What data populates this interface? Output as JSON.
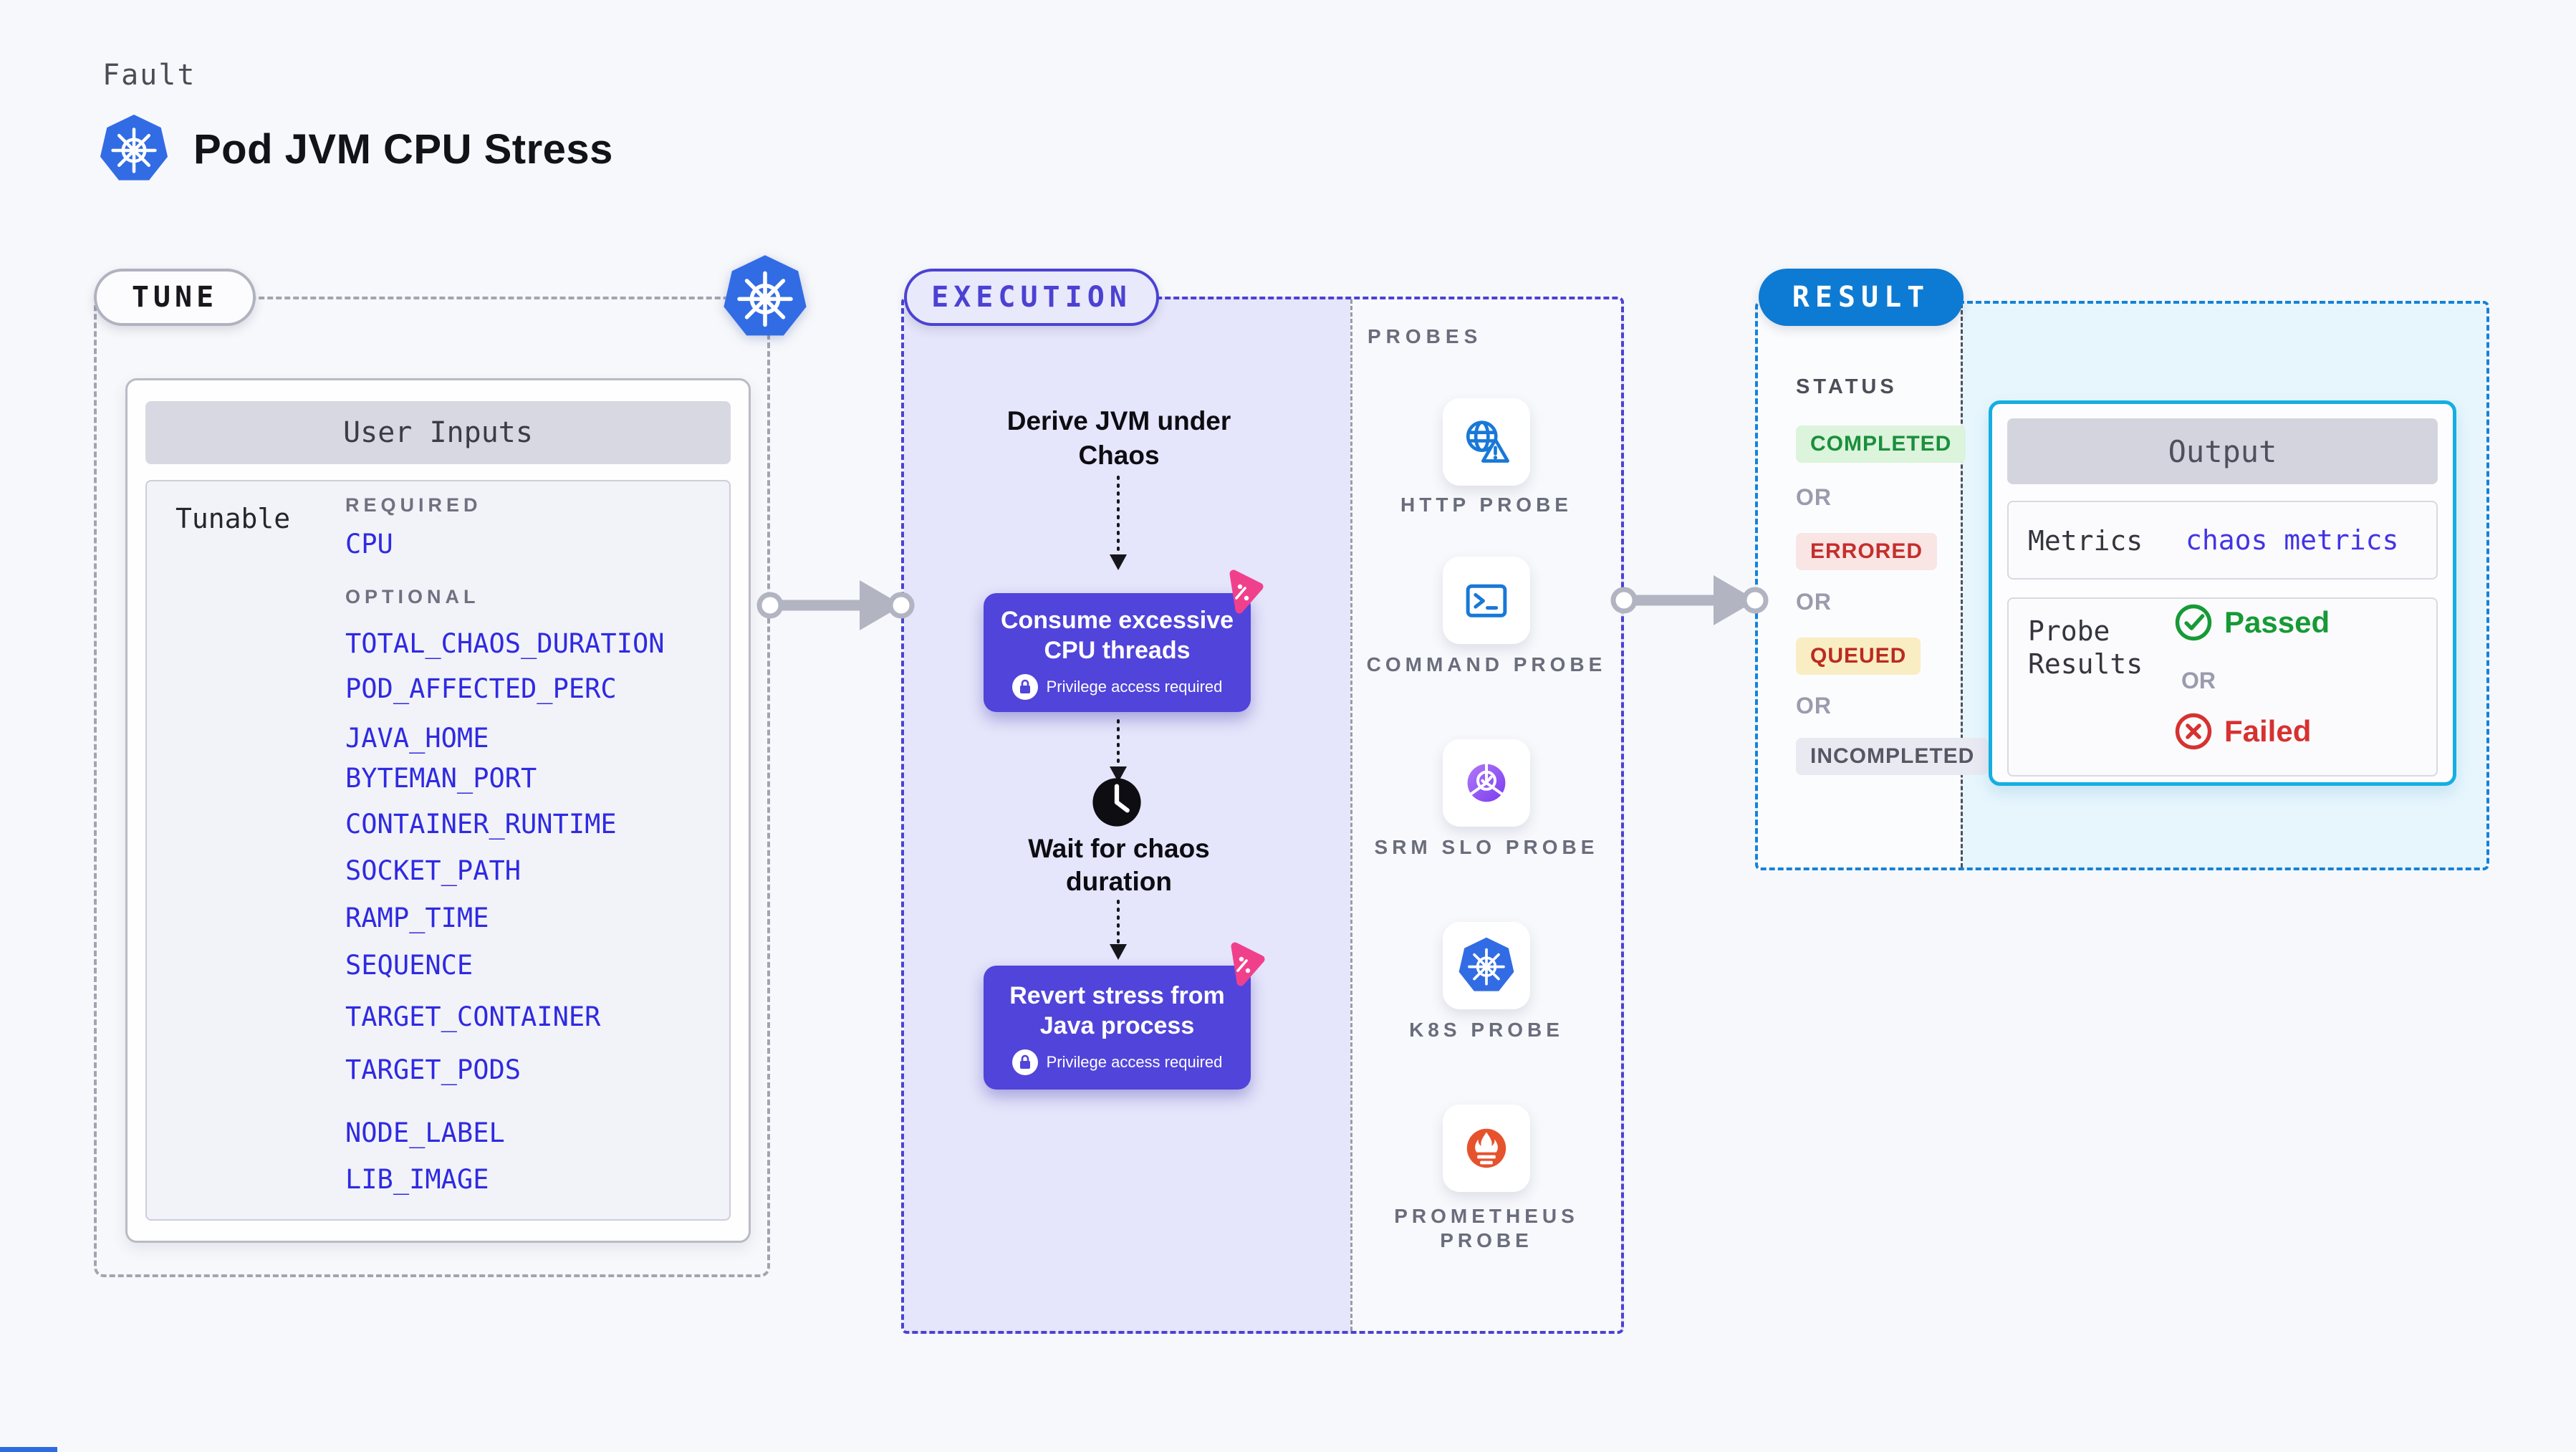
{
  "header": {
    "kind_label": "Fault",
    "title": "Pod JVM CPU Stress"
  },
  "tune": {
    "badge": "TUNE",
    "card_title": "User Inputs",
    "row_label": "Tunable",
    "required_label": "REQUIRED",
    "required_items": [
      "CPU"
    ],
    "optional_label": "OPTIONAL",
    "optional_items": [
      "TOTAL_CHAOS_DURATION",
      "POD_AFFECTED_PERC",
      "JAVA_HOME",
      "BYTEMAN_PORT",
      "CONTAINER_RUNTIME",
      "SOCKET_PATH",
      "RAMP_TIME",
      "SEQUENCE",
      "TARGET_CONTAINER",
      "TARGET_PODS",
      "NODE_LABEL",
      "LIB_IMAGE"
    ]
  },
  "execution": {
    "badge": "EXECUTION",
    "step1": "Derive JVM under Chaos",
    "step2": "Consume excessive CPU threads",
    "step3": "Wait for chaos duration",
    "step4": "Revert stress from Java process",
    "privilege_note": "Privilege access required"
  },
  "probes": {
    "title": "PROBES",
    "items": [
      {
        "label": "HTTP PROBE",
        "icon": "globe-alert-icon"
      },
      {
        "label": "COMMAND PROBE",
        "icon": "terminal-icon"
      },
      {
        "label": "SRM SLO PROBE",
        "icon": "slo-gauge-icon"
      },
      {
        "label": "K8S PROBE",
        "icon": "kubernetes-icon"
      },
      {
        "label": "PROMETHEUS PROBE",
        "icon": "prometheus-flame-icon"
      }
    ]
  },
  "result": {
    "badge": "RESULT",
    "status_label": "STATUS",
    "or_label": "OR",
    "statuses": [
      {
        "label": "COMPLETED",
        "fg": "#1a8f3c",
        "bg": "#dcf3dc"
      },
      {
        "label": "ERRORED",
        "fg": "#c42f2b",
        "bg": "#fae5e5"
      },
      {
        "label": "QUEUED",
        "fg": "#ba2b20",
        "bg": "#f9eec3"
      },
      {
        "label": "INCOMPLETED",
        "fg": "#565664",
        "bg": "#e9e9f1"
      }
    ],
    "output": {
      "title": "Output",
      "metrics_label": "Metrics",
      "metrics_value": "chaos metrics",
      "probe_results_label": "Probe Results",
      "passed_label": "Passed",
      "failed_label": "Failed"
    }
  },
  "colors": {
    "page_bg": "#f7f8fb",
    "param_blue": "#2f2ae2",
    "execution_indigo": "#4b42d3",
    "execution_fill": "#e5e5fb",
    "step_card_purple": "#5144da",
    "chaos_pink": "#f0408c",
    "kubernetes_blue": "#326ce5",
    "probe_icon_blue": "#1878d8",
    "prometheus_orange": "#e6522c",
    "srm_purple": "#8a4ff2",
    "result_blue": "#0d7bd3",
    "result_fill": "#e7f6fd",
    "output_border_cyan": "#15aee1",
    "passed_green": "#169a36",
    "failed_red": "#d63230",
    "arrow_gray": "#b2b4c2"
  }
}
